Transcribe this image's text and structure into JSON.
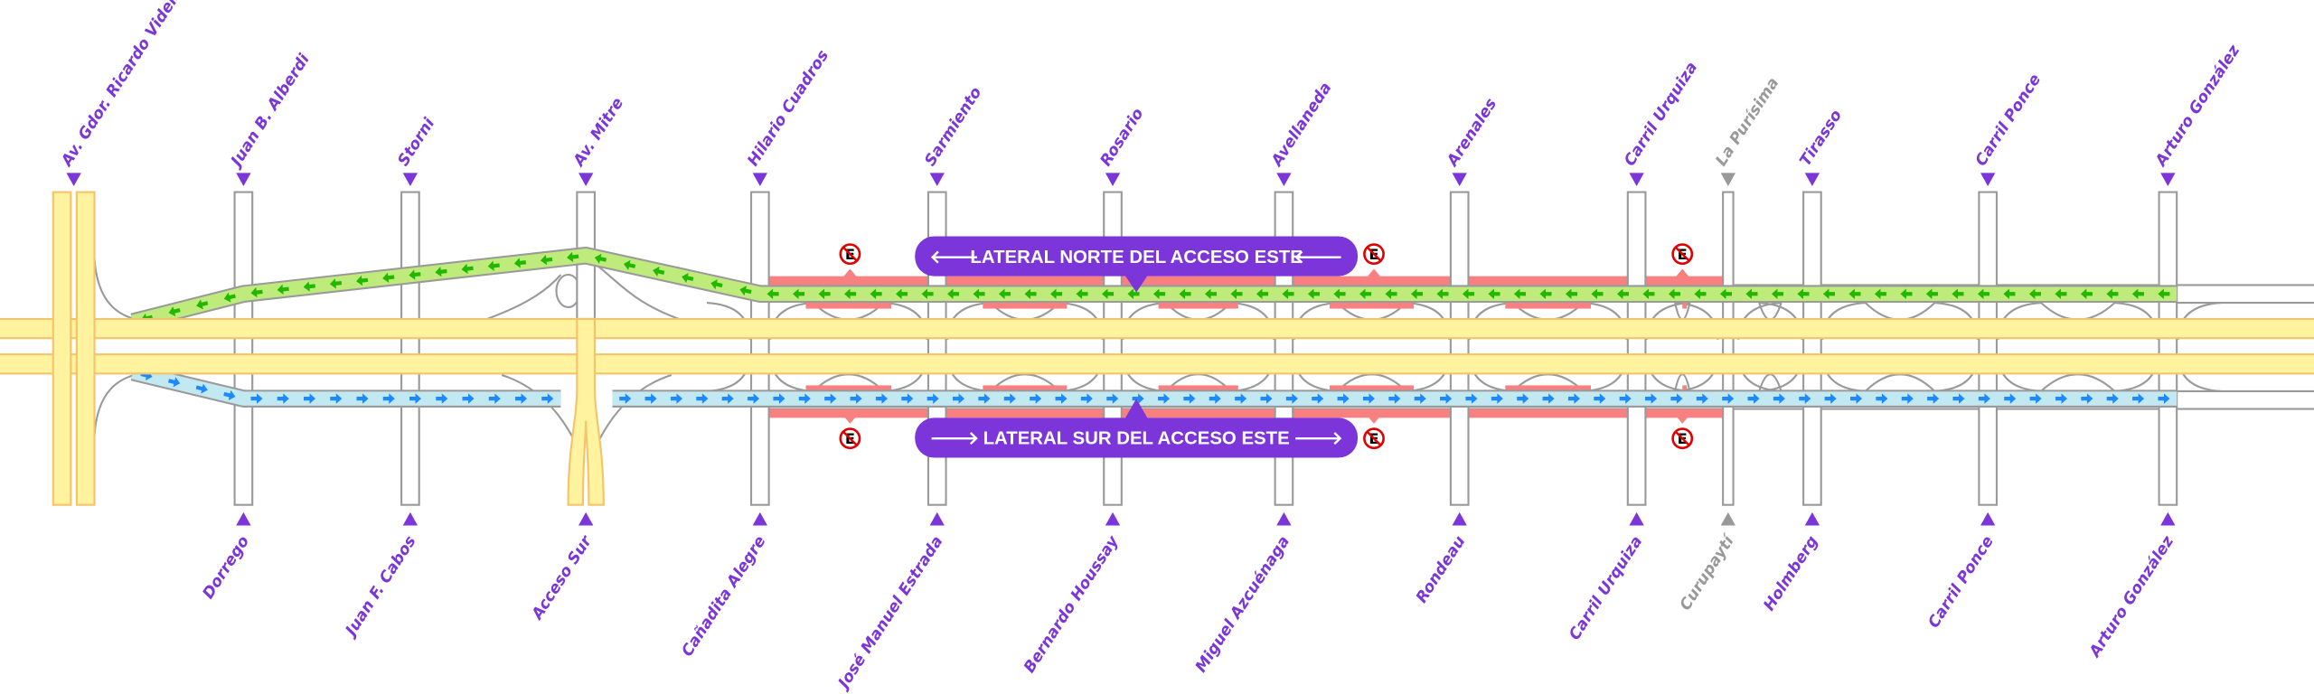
{
  "title": "Acceso Este – laterales",
  "colors": {
    "accent": "#7B35D8",
    "minor": "#999999",
    "highway_fill": "#FFF3A0",
    "highway_stroke": "#F5C36A",
    "north_lateral": "#BFEA7C",
    "north_arrow": "#22B800",
    "south_lateral": "#C2E8F2",
    "south_arrow": "#1E88FF",
    "no_parking": "#F88080",
    "road_stroke": "#9A9A9A"
  },
  "streets": [
    {
      "north": "Av. Gdor. Ricardo Videla",
      "south": "",
      "minor": false
    },
    {
      "north": "Juan B. Alberdi",
      "south": "Dorrego",
      "minor": false
    },
    {
      "north": "Storni",
      "south": "Juan F. Cabos",
      "minor": false
    },
    {
      "north": "Av. Mitre",
      "south": "Acceso Sur",
      "minor": false
    },
    {
      "north": "Hilario Cuadros",
      "south": "Cañadita Alegre",
      "minor": false
    },
    {
      "north": "Sarmiento",
      "south": "José Manuel Estrada",
      "minor": false
    },
    {
      "north": "Rosario",
      "south": "Bernardo Houssay",
      "minor": false
    },
    {
      "north": "Avellaneda",
      "south": "Miguel Azcuénaga",
      "minor": false
    },
    {
      "north": "Arenales",
      "south": "Rondeau",
      "minor": false
    },
    {
      "north": "Carril Urquiza",
      "south": "Carril Urquiza",
      "minor": false
    },
    {
      "north": "La Purísima",
      "south": "Curupaytí",
      "minor": true
    },
    {
      "north": "Tirasso",
      "south": "Holmberg",
      "minor": false
    },
    {
      "north": "Carril Ponce",
      "south": "Carril Ponce",
      "minor": false
    },
    {
      "north": "Arturo González",
      "south": "Arturo González",
      "minor": false
    }
  ],
  "callouts": {
    "north": {
      "label": "LATERAL NORTE DEL ACCESO ESTE",
      "icon": "arrow-left-icon",
      "left_arrow": "🡐",
      "right_arrow": "🡐"
    },
    "south": {
      "label": "LATERAL SUR DEL ACCESO ESTE",
      "icon": "arrow-right-icon",
      "left_arrow": "🡒",
      "right_arrow": "🡒"
    }
  },
  "no_parking_sign": {
    "icon": "no-parking-icon",
    "letter": "E",
    "count_north": 3,
    "count_south": 3
  }
}
